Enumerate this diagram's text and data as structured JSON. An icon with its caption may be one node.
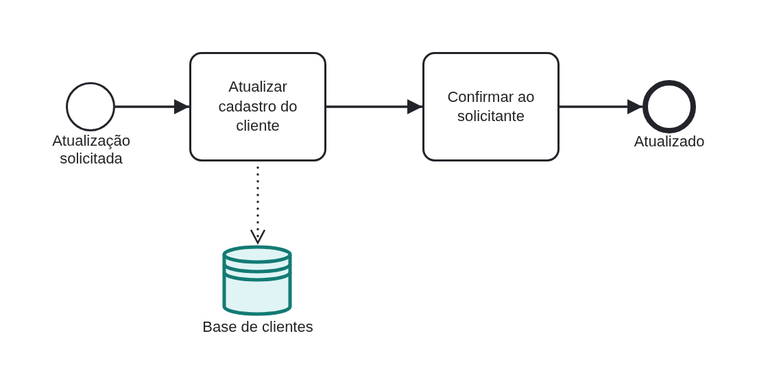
{
  "diagram": {
    "nodes": [
      {
        "text": [],
        "shape": "circle",
        "beside": [
          "Atualização solicitada"
        ]
      },
      {
        "text": [
          "Atualizar cadastro do cliente"
        ]
      },
      {
        "text": [
          "Confirmar ao solicitante"
        ]
      },
      {
        "text": [],
        "shape": "circle",
        "beside": [
          "Atualizado"
        ]
      },
      {
        "text": [],
        "shape": "cylinder",
        "beside": [
          "Base de clientes"
        ]
      }
    ],
    "edges": [
      {
        "from": 0,
        "to": 1,
        "arrow": "to"
      },
      {
        "from": 1,
        "to": 2,
        "arrow": "to"
      },
      {
        "from": 2,
        "to": 3,
        "arrow": "to"
      },
      {
        "from": 1,
        "to": 4,
        "arrow": "to",
        "style": "dashed"
      }
    ]
  }
}
